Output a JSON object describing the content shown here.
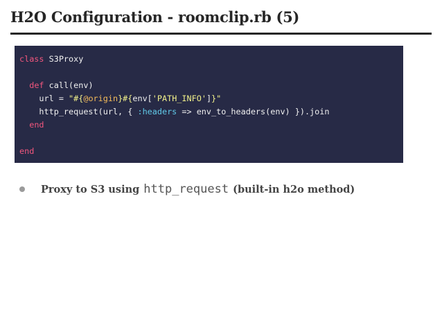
{
  "slide": {
    "title": "H2O Configuration - roomclip.rb (5)"
  },
  "code": {
    "l1_kw": "class",
    "l1_rest": " S3Proxy",
    "l3_indent": "  ",
    "l3_kw": "def",
    "l3_rest": " call(env)",
    "l4_pre": "    url = ",
    "l4_s1": "\"#{",
    "l4_ivar": "@origin",
    "l4_s2": "}#{",
    "l4_mid": "env[",
    "l4_s3": "'PATH_INFO'",
    "l4_mid2": "]",
    "l4_s4": "}\"",
    "l5_pre": "    http_request(url, { ",
    "l5_sym": ":headers",
    "l5_post": " => env_to_headers(env) }).join",
    "l6_indent": "  ",
    "l6_kw": "end",
    "l8_kw": "end"
  },
  "bullet": {
    "text_before": "Proxy to S3 using",
    "code": "http_request",
    "text_after": "(built-in h2o method)"
  }
}
